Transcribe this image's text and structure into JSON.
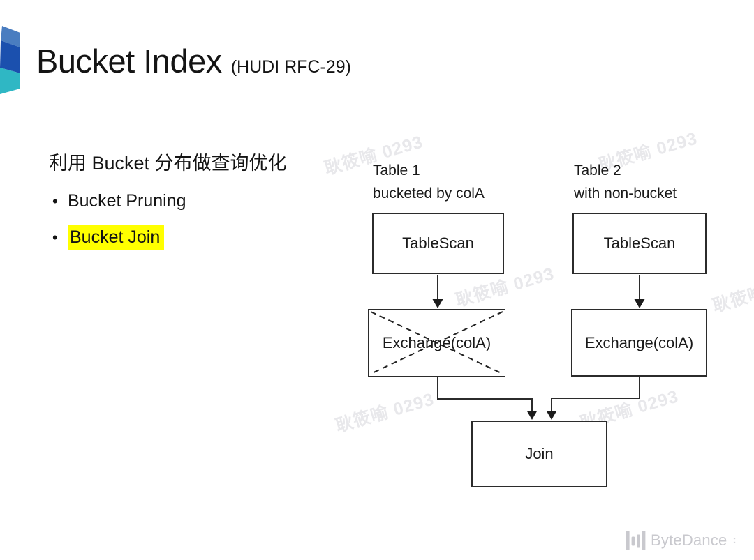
{
  "slide": {
    "title": "Bucket Index",
    "title_suffix": "(HUDI RFC-29)",
    "section_heading": "利用 Bucket 分布做查询优化",
    "bullets": [
      {
        "label": "Bucket Pruning",
        "highlighted": false
      },
      {
        "label": "Bucket Join",
        "highlighted": true
      }
    ],
    "highlight_color": "#ffff00"
  },
  "diagram": {
    "table1": {
      "line1": "Table 1",
      "line2": "bucketed by colA"
    },
    "table2": {
      "line1": "Table 2",
      "line2": "with non-bucket"
    },
    "nodes": {
      "tablescan1": "TableScan",
      "tablescan2": "TableScan",
      "exchange1": "Exchange(colA)",
      "exchange2": "Exchange(colA)",
      "join": "Join"
    },
    "exchange1_crossed_out": true,
    "line_color": "#2b2b2b"
  },
  "watermark": {
    "text": "耿筱喻 0293",
    "color": "#e8e8eb"
  },
  "footer": {
    "brand": "ByteDance",
    "suffix": ":",
    "color": "#c9c9ce"
  },
  "logo": {
    "color_top": "#4a7dc0",
    "color_middle": "#1b50ae",
    "color_bottom": "#2fb7c4"
  }
}
